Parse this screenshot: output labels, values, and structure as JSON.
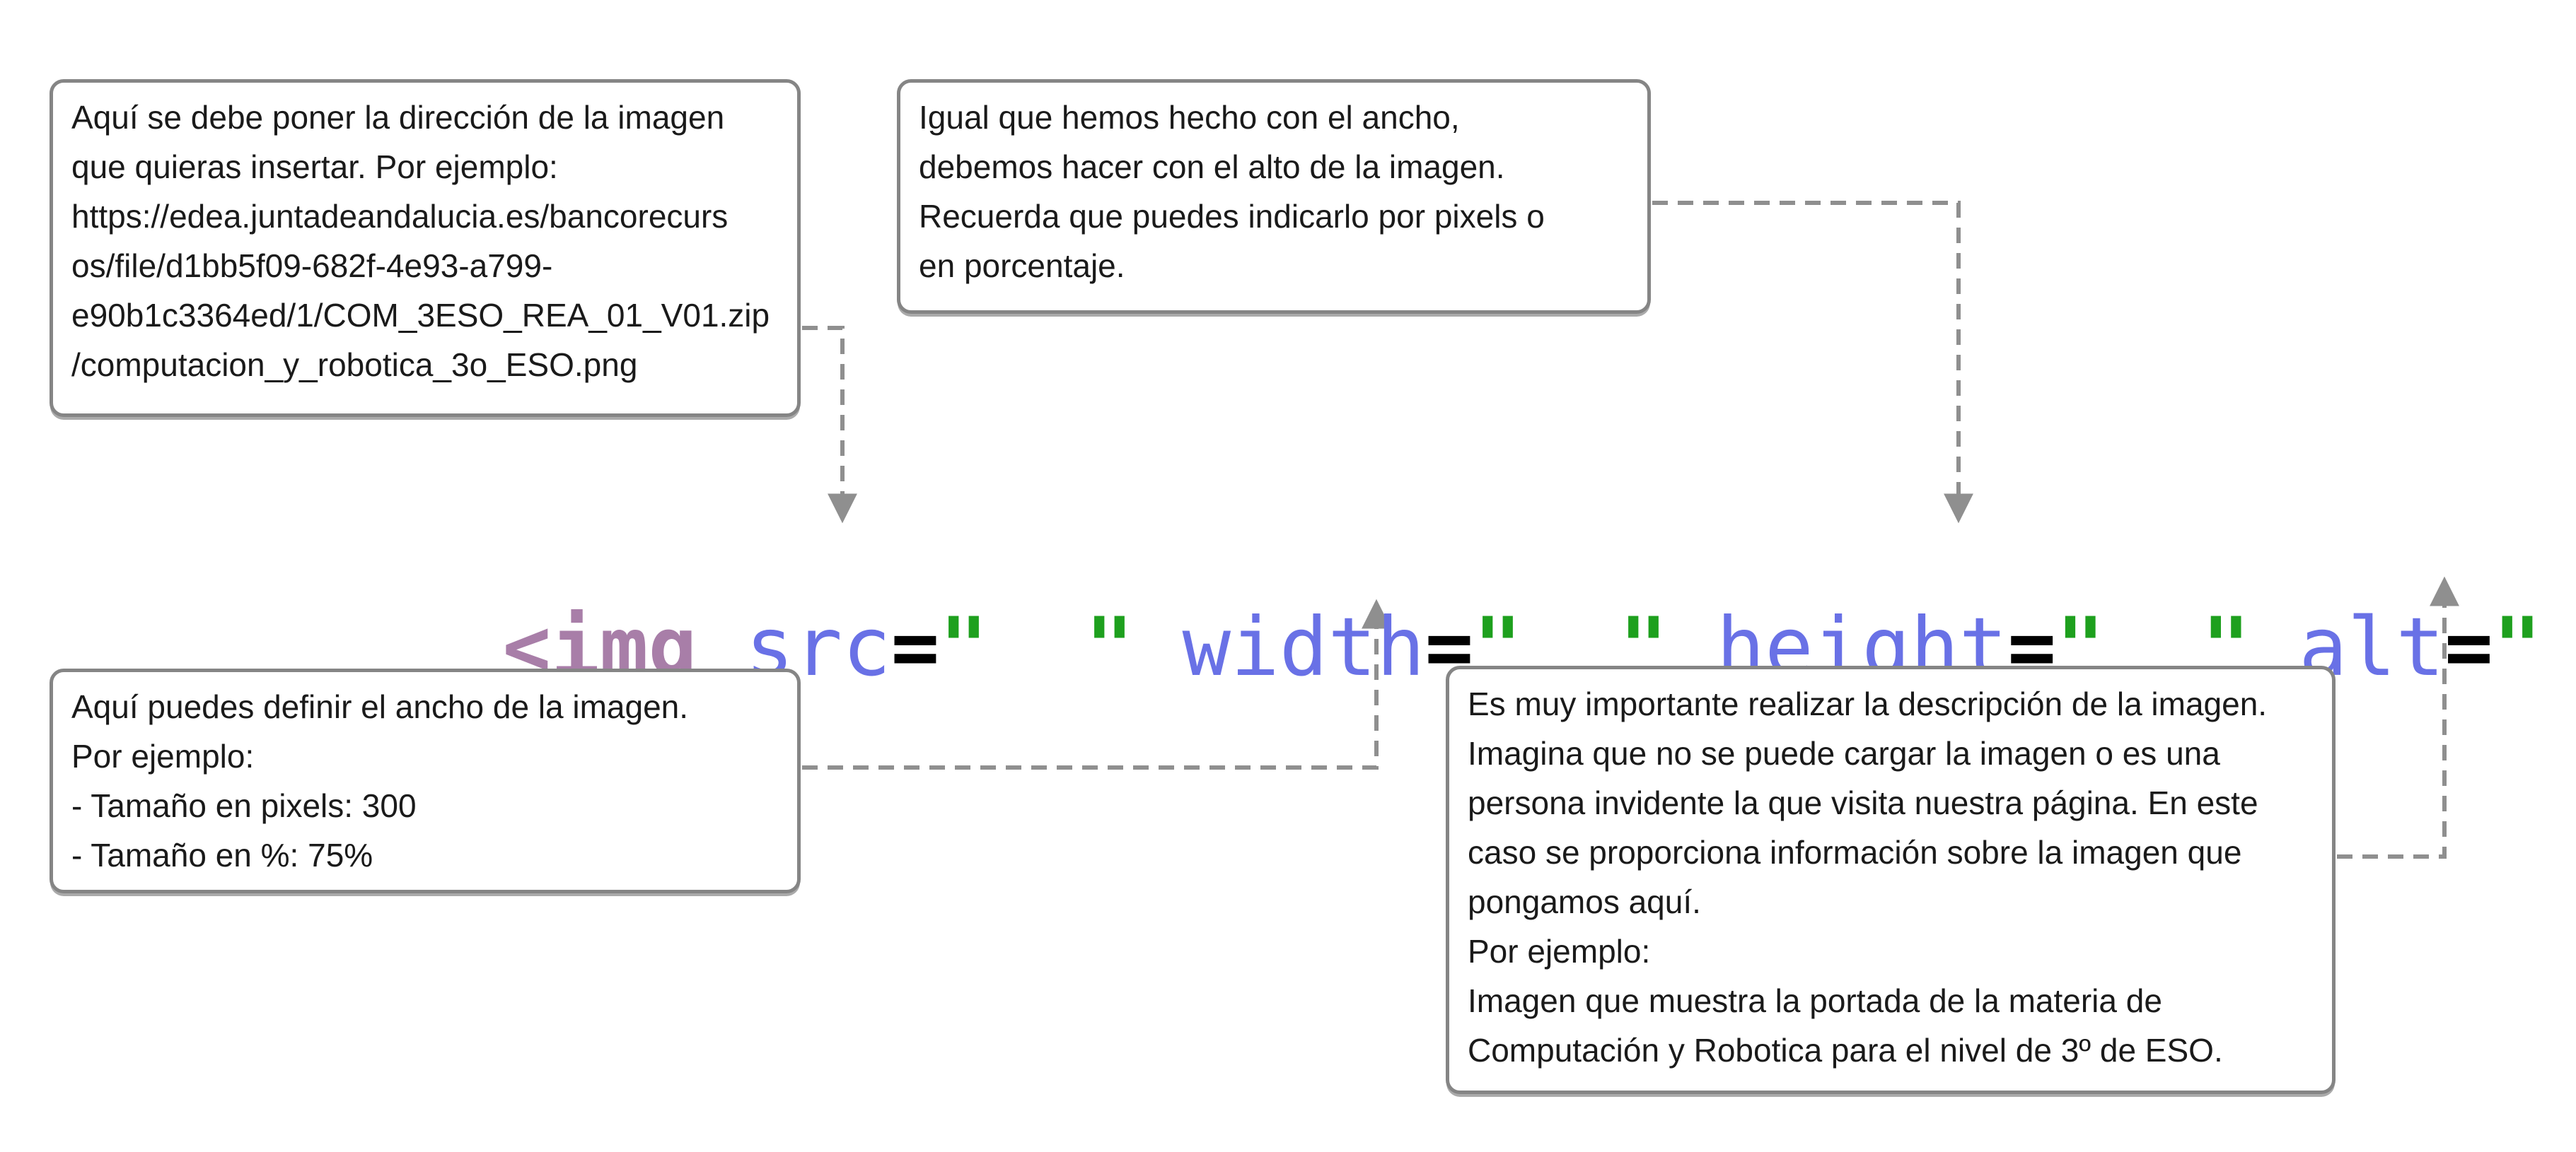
{
  "theme": {
    "tag-color": "#a87ea8",
    "attr-color": "#6971e6",
    "eq-color": "#000000",
    "quote-color": "#1ea01e",
    "arrow-color": "#8f8f8f",
    "box-border": "#858585",
    "text-color": "#1a1a1a",
    "canvas-bg": "#ffffff"
  },
  "code": {
    "full_text": "<img src=\"  \" width=\"  \" height=\"  \" alt=\"  \">",
    "tokens": [
      {
        "type": "tag",
        "text": "<img"
      },
      {
        "type": "plain",
        "text": " "
      },
      {
        "type": "attr",
        "text": "src"
      },
      {
        "type": "eq",
        "text": "="
      },
      {
        "type": "quote",
        "text": "\""
      },
      {
        "type": "plain",
        "text": "  "
      },
      {
        "type": "quote",
        "text": "\""
      },
      {
        "type": "plain",
        "text": " "
      },
      {
        "type": "attr",
        "text": "width"
      },
      {
        "type": "eq",
        "text": "="
      },
      {
        "type": "quote",
        "text": "\""
      },
      {
        "type": "plain",
        "text": "  "
      },
      {
        "type": "quote",
        "text": "\""
      },
      {
        "type": "plain",
        "text": " "
      },
      {
        "type": "attr",
        "text": "height"
      },
      {
        "type": "eq",
        "text": "="
      },
      {
        "type": "quote",
        "text": "\""
      },
      {
        "type": "plain",
        "text": "  "
      },
      {
        "type": "quote",
        "text": "\""
      },
      {
        "type": "plain",
        "text": " "
      },
      {
        "type": "attr",
        "text": "alt"
      },
      {
        "type": "eq",
        "text": "="
      },
      {
        "type": "quote",
        "text": "\""
      },
      {
        "type": "plain",
        "text": "  "
      },
      {
        "type": "quote",
        "text": "\""
      },
      {
        "type": "tag",
        "text": ">"
      }
    ]
  },
  "notes": {
    "src": {
      "text": "Aquí se debe poner la dirección de la imagen\nque quieras insertar. Por ejemplo:\nhttps://edea.juntadeandalucia.es/bancorecurs\nos/file/d1bb5f09-682f-4e93-a799-\ne90b1c3364ed/1/COM_3ESO_REA_01_V01.zip\n/computacion_y_robotica_3o_ESO.png"
    },
    "height": {
      "text": "Igual que hemos hecho con el ancho,\ndebemos hacer con el alto de la imagen.\nRecuerda que puedes indicarlo por pixels o\nen porcentaje."
    },
    "width": {
      "text": "Aquí puedes definir el ancho de la imagen.\nPor ejemplo:\n- Tamaño en pixels: 300\n- Tamaño en %: 75%"
    },
    "alt": {
      "text": "Es muy importante realizar la descripción de la imagen.\nImagina que no se puede cargar la imagen o es una\npersona invidente la que visita nuestra página. En este\ncaso se proporciona información sobre la imagen que\npongamos aquí.\nPor ejemplo:\nImagen que muestra la portada de la materia de\nComputación y Robotica para el nivel de 3º de ESO."
    }
  }
}
